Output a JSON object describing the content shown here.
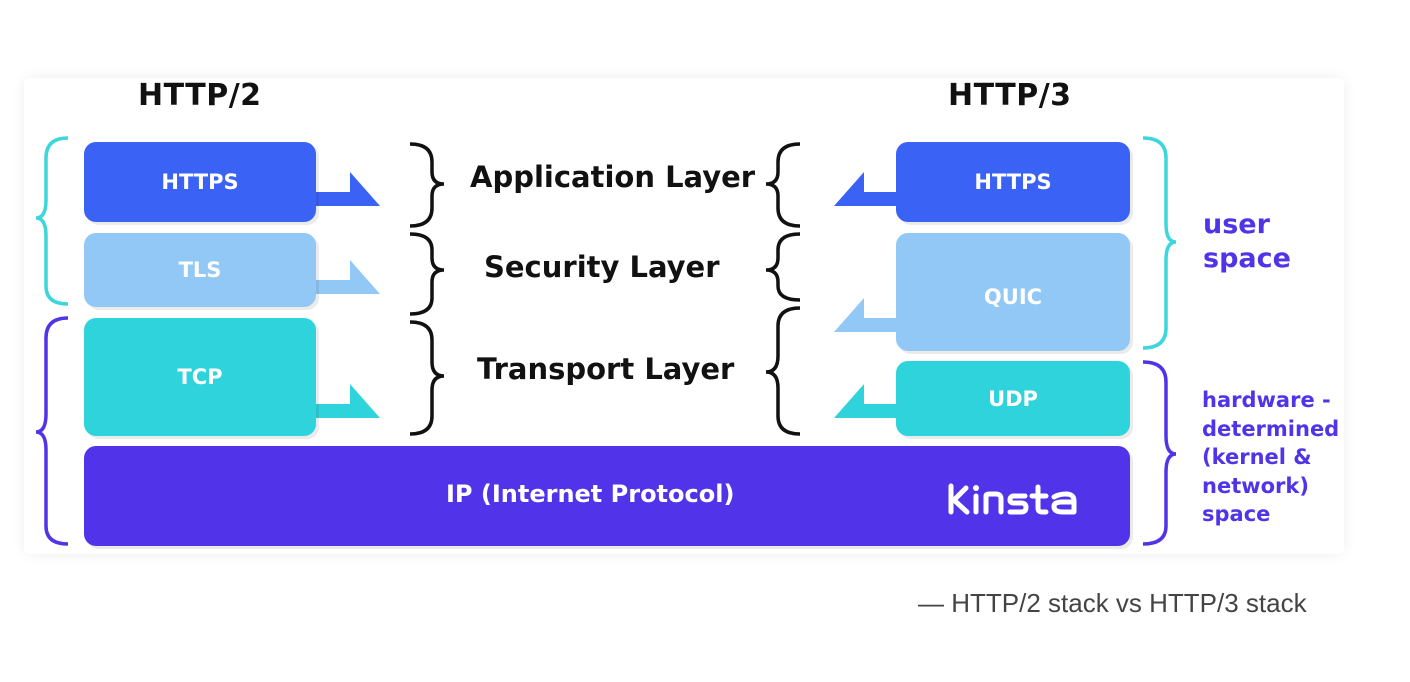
{
  "headings": {
    "left": "HTTP/2",
    "right": "HTTP/3"
  },
  "http2_stack": {
    "https": "HTTPS",
    "tls": "TLS",
    "tcp": "TCP"
  },
  "http3_stack": {
    "https": "HTTPS",
    "quic": "QUIC",
    "udp": "UDP"
  },
  "ip": "IP (Internet Protocol)",
  "layers": {
    "application": "Application Layer",
    "security": "Security Layer",
    "transport": "Transport Layer"
  },
  "side_labels": {
    "user_space_1": "user",
    "user_space_2": "space",
    "hw_1": "hardware -",
    "hw_2": "determined",
    "hw_3": "(kernel &",
    "hw_4": "network)",
    "hw_5": "space"
  },
  "logo": "KINSTa",
  "caption": "— HTTP/2 stack vs HTTP/3 stack",
  "colors": {
    "https": "#3a62f5",
    "tls_quic": "#92c8f5",
    "tcp_udp": "#2ed3dc",
    "ip": "#5134ea",
    "teal_brace": "#3dd6dc",
    "purple_brace": "#5035e8",
    "text_accent": "#5035e8"
  }
}
